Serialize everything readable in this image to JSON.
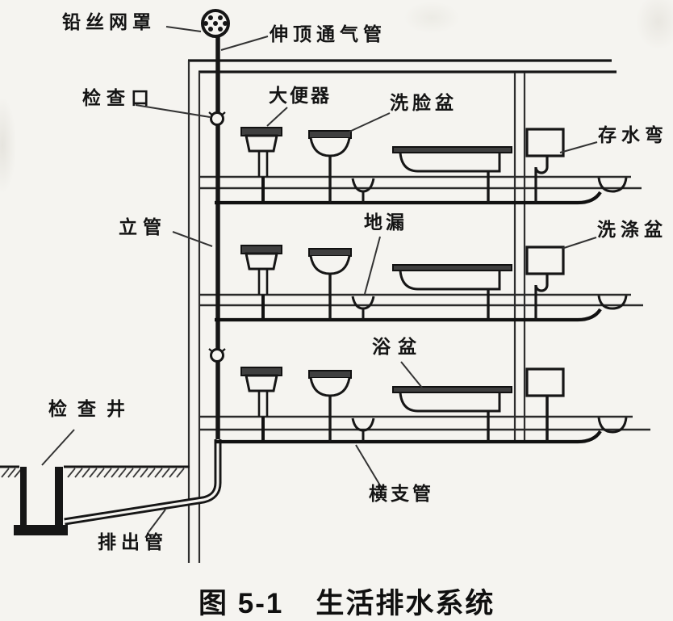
{
  "figure_caption": {
    "number": "图 5-1",
    "title": "生活排水系统"
  },
  "labels": {
    "wire_mesh_cover": "铅丝网罩",
    "roof_vent_pipe": "伸顶通气管",
    "inspection_opening": "检查口",
    "toilet": "大便器",
    "washbasin": "洗脸盆",
    "trap": "存水弯",
    "riser": "立管",
    "floor_drain": "地漏",
    "washing_sink": "洗涤盆",
    "bathtub": "浴盆",
    "inspection_well": "检查井",
    "discharge_pipe": "排出管",
    "horizontal_branch_pipe": "横支管"
  },
  "colors": {
    "paper": "#f5f4f0",
    "line": "#161616",
    "thin_line": "#2e2e2e",
    "leader": "#333333",
    "dark_fill": "#3f3f3f"
  }
}
